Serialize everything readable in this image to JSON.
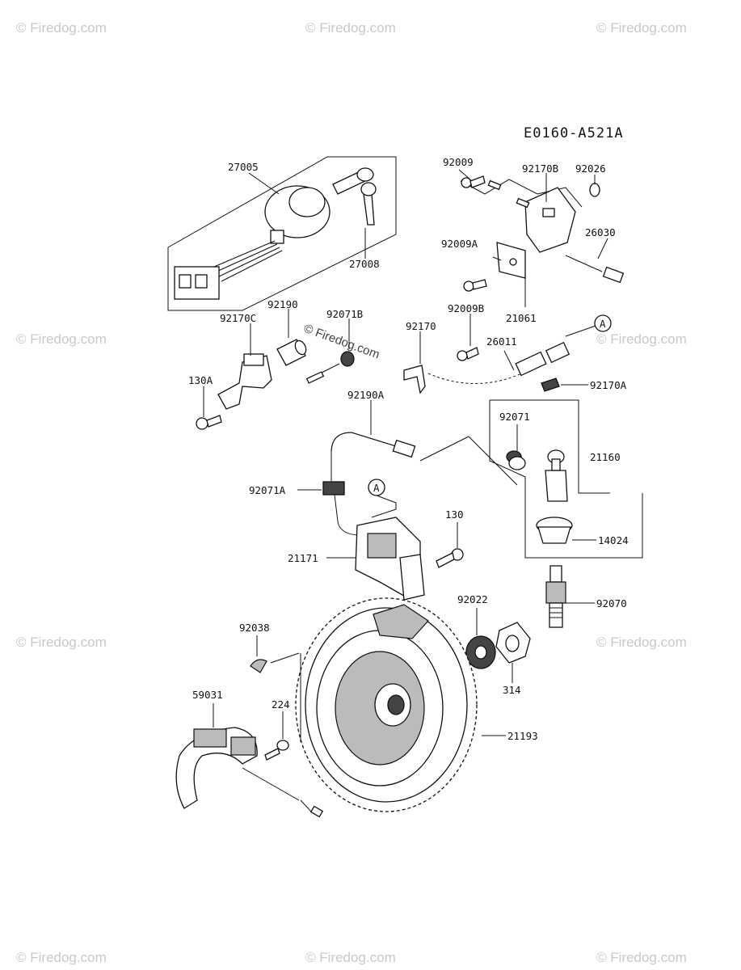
{
  "diagram_code": "E0160-A521A",
  "watermark": {
    "text": "© Firedog.com"
  },
  "parts": [
    {
      "number": "27005"
    },
    {
      "number": "27008"
    },
    {
      "number": "92009"
    },
    {
      "number": "92170B"
    },
    {
      "number": "92026"
    },
    {
      "number": "26030"
    },
    {
      "number": "92009A"
    },
    {
      "number": "21061"
    },
    {
      "number": "92190"
    },
    {
      "number": "92071B"
    },
    {
      "number": "92170C"
    },
    {
      "number": "92009B"
    },
    {
      "number": "92170"
    },
    {
      "number": "26011"
    },
    {
      "number": "130A"
    },
    {
      "number": "92170A"
    },
    {
      "number": "92190A"
    },
    {
      "number": "92071"
    },
    {
      "number": "21160"
    },
    {
      "number": "92071A"
    },
    {
      "number": "130"
    },
    {
      "number": "21171"
    },
    {
      "number": "14024"
    },
    {
      "number": "92022"
    },
    {
      "number": "92070"
    },
    {
      "number": "92038"
    },
    {
      "number": "314"
    },
    {
      "number": "59031"
    },
    {
      "number": "224"
    },
    {
      "number": "21193"
    }
  ],
  "connectors": [
    "A",
    "A"
  ]
}
